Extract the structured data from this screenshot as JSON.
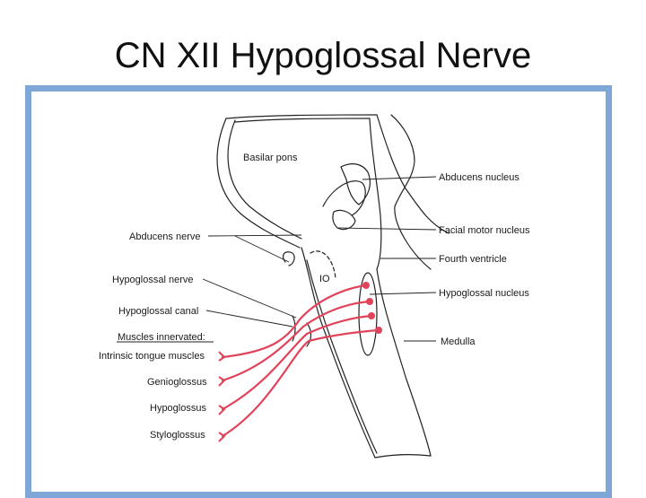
{
  "title": "CN XII Hypoglossal Nerve",
  "colors": {
    "frame": "#7ea6d6",
    "nerve": "#e0435a",
    "outline": "#222222"
  },
  "labels": {
    "basilar_pons": "Basilar pons",
    "abducens_nucleus": "Abducens nucleus",
    "facial_motor_nucleus": "Facial motor nucleus",
    "abducens_nerve": "Abducens nerve",
    "fourth_ventricle": "Fourth ventricle",
    "hypoglossal_nerve": "Hypoglossal nerve",
    "io": "IO",
    "hypoglossal_nucleus": "Hypoglossal nucleus",
    "hypoglossal_canal": "Hypoglossal canal",
    "muscles_innervated": "Muscles innervated:",
    "medulla": "Medulla",
    "intrinsic_tongue_muscles": "Intrinsic tongue muscles",
    "genioglossus": "Genioglossus",
    "hypoglossus": "Hypoglossus",
    "styloglossus": "Styloglossus"
  }
}
